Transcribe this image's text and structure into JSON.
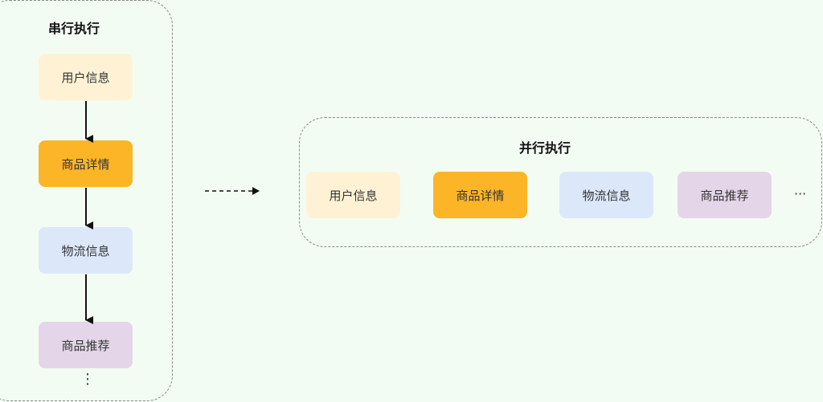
{
  "serial": {
    "title": "串行执行",
    "steps": [
      {
        "label": "用户信息",
        "color": "#fff2d4"
      },
      {
        "label": "商品详情",
        "color": "#fbb527"
      },
      {
        "label": "物流信息",
        "color": "#dce8fa"
      },
      {
        "label": "商品推荐",
        "color": "#e4d6e8"
      }
    ],
    "more": "⋮"
  },
  "parallel": {
    "title": "并行执行",
    "steps": [
      {
        "label": "用户信息",
        "color": "#fff2d4"
      },
      {
        "label": "商品详情",
        "color": "#fbb527"
      },
      {
        "label": "物流信息",
        "color": "#dce8fa"
      },
      {
        "label": "商品推荐",
        "color": "#e4d6e8"
      }
    ],
    "more": "···"
  }
}
